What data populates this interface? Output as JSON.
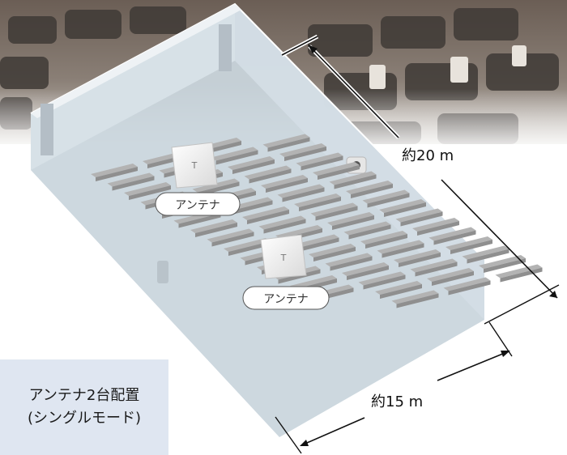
{
  "antenna_label_1": "アンテナ",
  "antenna_label_2": "アンテナ",
  "dimension_length": "約20 m",
  "dimension_width": "約15 m",
  "caption": {
    "line1": "アンテナ2台配置",
    "line2": "(シングルモード)"
  },
  "colors": {
    "room_fill": "#c9d5dd",
    "wall_fill": "#d7e1e7",
    "seat": "#a9a9a9",
    "caption_bg": "#dfe6f1"
  }
}
